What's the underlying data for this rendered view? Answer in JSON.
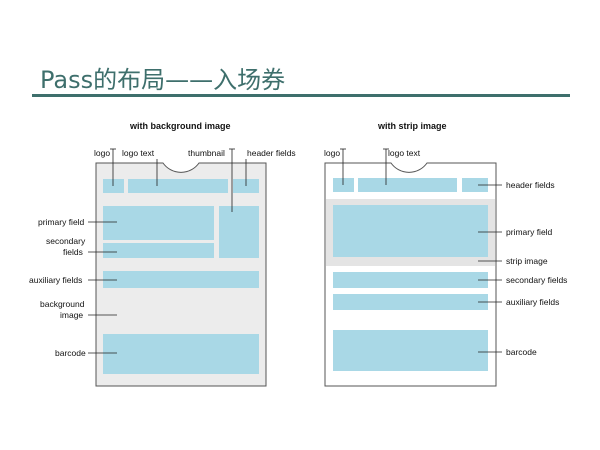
{
  "title": "Pass的布局——入场券",
  "colors": {
    "accent": "#3e6f6c",
    "field": "#a9d8e6",
    "card_bg": "#ececec",
    "strip_band": "#e4e4e4"
  },
  "left_diagram": {
    "heading": "with background image",
    "labels": {
      "logo": "logo",
      "logo_text": "logo text",
      "thumbnail": "thumbnail",
      "header_fields": "header fields",
      "primary_field": "primary field",
      "secondary_fields_line1": "secondary",
      "secondary_fields_line2": "fields",
      "auxiliary_fields": "auxiliary fields",
      "background_image_line1": "background",
      "background_image_line2": "image",
      "barcode": "barcode"
    }
  },
  "right_diagram": {
    "heading": "with strip image",
    "labels": {
      "logo": "logo",
      "logo_text": "logo text",
      "header_fields": "header fields",
      "primary_field": "primary field",
      "strip_image": "strip image",
      "secondary_fields": "secondary fields",
      "auxiliary_fields": "auxiliary fields",
      "barcode": "barcode"
    }
  }
}
